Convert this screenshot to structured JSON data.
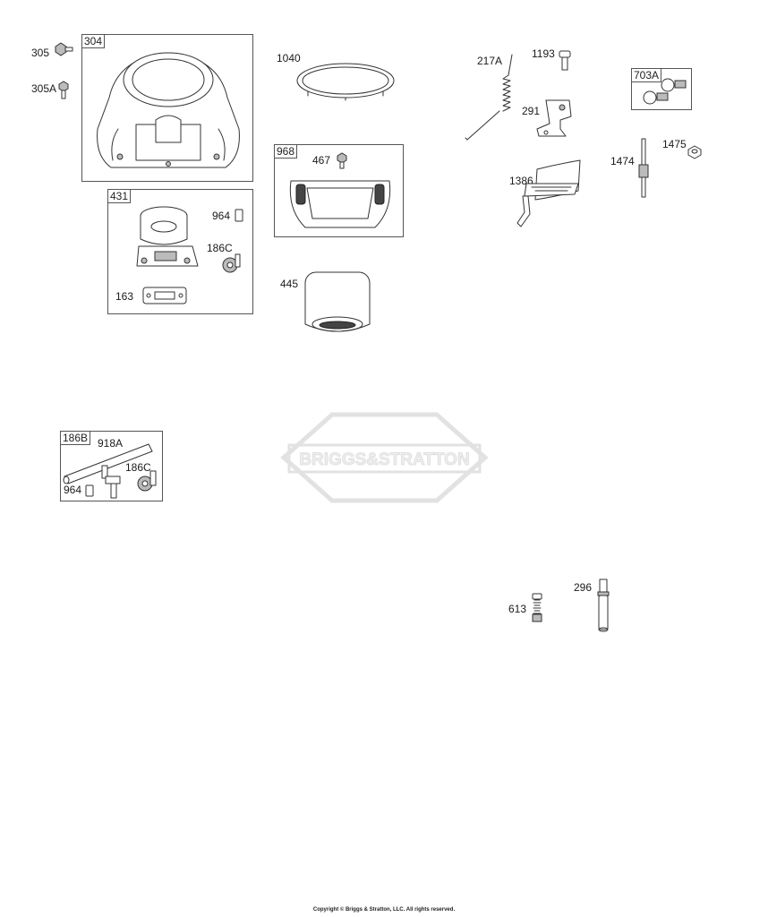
{
  "parts": {
    "p305": "305",
    "p305a": "305A",
    "p1040": "1040",
    "p467": "467",
    "p445": "445",
    "p217a": "217A",
    "p1193": "1193",
    "p291": "291",
    "p1475": "1475",
    "p1474": "1474",
    "p1386": "1386",
    "p964": "964",
    "p186c": "186C",
    "p163": "163",
    "p918a": "918A",
    "p964b": "964",
    "p186c_b": "186C",
    "p613": "613",
    "p296": "296"
  },
  "groups": {
    "g304": "304",
    "g431": "431",
    "g968": "968",
    "g703a": "703A",
    "g186b": "186B"
  },
  "watermark": "BRIGGS&STRATTON",
  "copyright": "Copyright © Briggs & Stratton, LLC. All rights reserved."
}
